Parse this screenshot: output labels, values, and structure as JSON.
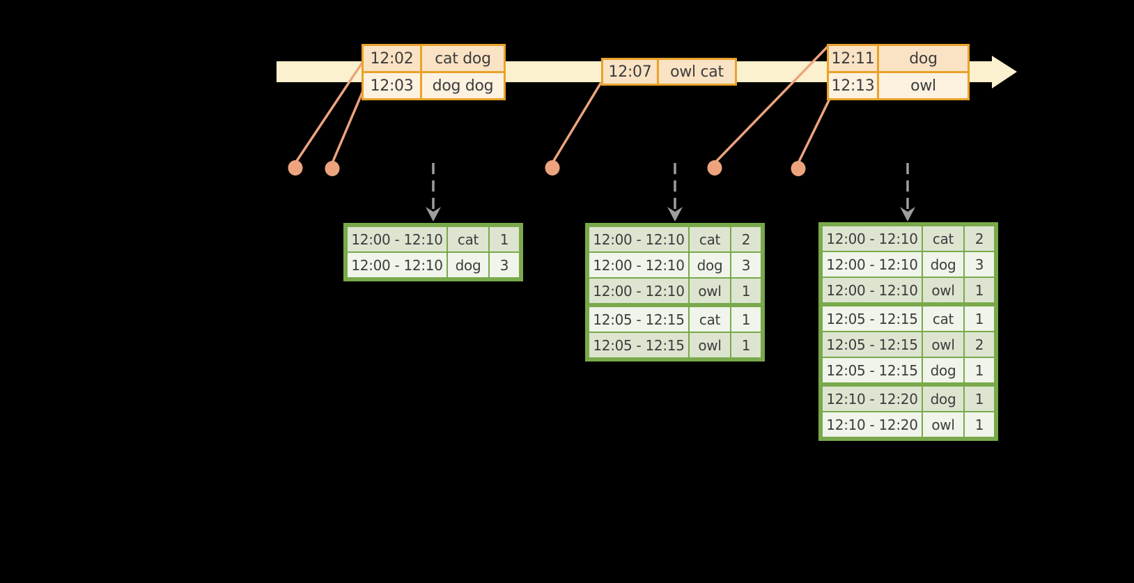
{
  "diagram": {
    "kind": "streaming-windowed-word-count-timeline",
    "colors": {
      "background": "#000000",
      "timeline_band": "#fcf1ce",
      "event_table_border": "#e9a229",
      "event_row_dark": "#fae3c4",
      "event_row_light": "#fdf1e0",
      "connector_and_dot": "#eda47e",
      "trigger_arrow_gray": "#9e9e9e",
      "result_table_border": "#79a94a",
      "result_row_dark": "#dde5d1",
      "result_row_light": "#f0f4eb",
      "text": "#3c3c3c"
    }
  },
  "event_tables": [
    {
      "rows": [
        {
          "time": "12:02",
          "words": "cat dog"
        },
        {
          "time": "12:03",
          "words": "dog dog"
        }
      ]
    },
    {
      "rows": [
        {
          "time": "12:07",
          "words": "owl cat"
        }
      ]
    },
    {
      "rows": [
        {
          "time": "12:11",
          "words": "dog"
        },
        {
          "time": "12:13",
          "words": "owl"
        }
      ]
    }
  ],
  "result_tables": [
    {
      "groups": [
        2
      ],
      "rows": [
        {
          "window": "12:00 - 12:10",
          "word": "cat",
          "count": "1"
        },
        {
          "window": "12:00 - 12:10",
          "word": "dog",
          "count": "3"
        }
      ]
    },
    {
      "groups": [
        3,
        2
      ],
      "rows": [
        {
          "window": "12:00 - 12:10",
          "word": "cat",
          "count": "2"
        },
        {
          "window": "12:00 - 12:10",
          "word": "dog",
          "count": "3"
        },
        {
          "window": "12:00 - 12:10",
          "word": "owl",
          "count": "1"
        },
        {
          "window": "12:05 - 12:15",
          "word": "cat",
          "count": "1"
        },
        {
          "window": "12:05 - 12:15",
          "word": "owl",
          "count": "1"
        }
      ]
    },
    {
      "groups": [
        3,
        3,
        2
      ],
      "rows": [
        {
          "window": "12:00 - 12:10",
          "word": "cat",
          "count": "2"
        },
        {
          "window": "12:00 - 12:10",
          "word": "dog",
          "count": "3"
        },
        {
          "window": "12:00 - 12:10",
          "word": "owl",
          "count": "1"
        },
        {
          "window": "12:05 - 12:15",
          "word": "cat",
          "count": "1"
        },
        {
          "window": "12:05 - 12:15",
          "word": "owl",
          "count": "2"
        },
        {
          "window": "12:05 - 12:15",
          "word": "dog",
          "count": "1"
        },
        {
          "window": "12:10 - 12:20",
          "word": "dog",
          "count": "1"
        },
        {
          "window": "12:10 - 12:20",
          "word": "owl",
          "count": "1"
        }
      ]
    }
  ]
}
